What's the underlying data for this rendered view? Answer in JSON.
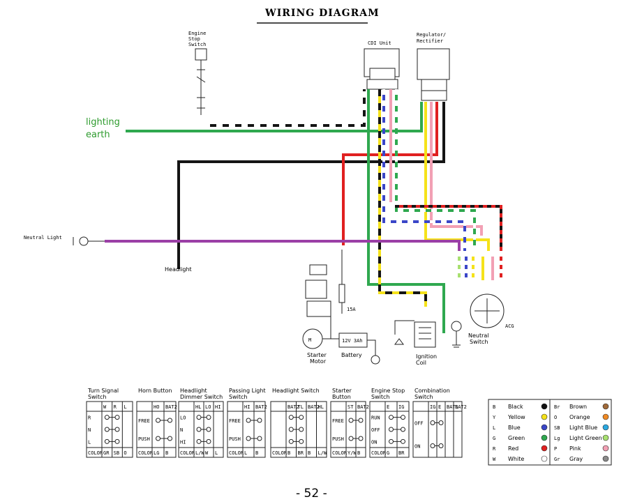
{
  "title": "WIRING DIAGRAM",
  "page_number": "- 52 -",
  "annotation": {
    "line1": "lighting",
    "line2": "earth",
    "color": "#2e9b2e"
  },
  "components": {
    "engine_stop": [
      "Engine",
      "Stop",
      "Switch"
    ],
    "cdi": "CDI Unit",
    "regulator": [
      "Regulator/",
      "Rectifier"
    ],
    "neutral_light": "Neutral Light",
    "headlight": "Headlight",
    "fuse": "15A",
    "battery_rating": "12V 3Ah",
    "starter_motor": [
      "Starter",
      "Motor"
    ],
    "battery": "Battery",
    "ignition_coil": [
      "Ignition",
      "Coil"
    ],
    "neutral_switch": [
      "Neutral",
      "Switch"
    ],
    "acg": "ACG"
  },
  "switch_panels": [
    {
      "title": [
        "Turn Signal",
        "Switch"
      ],
      "cols": [
        "W",
        "R",
        "L"
      ],
      "rows": [
        "R",
        "N",
        "L"
      ],
      "footer": [
        "GR",
        "SB",
        "O"
      ]
    },
    {
      "title": [
        "Horn Button"
      ],
      "cols": [
        "HO",
        "BAT2"
      ],
      "rows": [
        "FREE",
        "PUSH"
      ],
      "footer": [
        "LG",
        "B"
      ]
    },
    {
      "title": [
        "Headlight",
        "Dimmer Switch"
      ],
      "cols": [
        "HL",
        "LO",
        "HI"
      ],
      "rows": [
        "LO",
        "N",
        "HI"
      ],
      "footer": [
        "L/W",
        "W",
        "L"
      ]
    },
    {
      "title": [
        "Passing Light",
        "Switch"
      ],
      "cols": [
        "HI",
        "BAT2"
      ],
      "rows": [
        "FREE",
        "PUSH"
      ],
      "footer": [
        "L",
        "B"
      ]
    },
    {
      "title": [
        "Headlight Switch"
      ],
      "cols": [
        "BAT2",
        "TL",
        "BAT2",
        "HL"
      ],
      "rows": [
        "",
        "",
        ""
      ],
      "footer": [
        "B",
        "BR",
        "B",
        "L/W"
      ]
    },
    {
      "title": [
        "Starter",
        "Button"
      ],
      "cols": [
        "ST",
        "BAT2"
      ],
      "rows": [
        "FREE",
        "PUSH"
      ],
      "footer": [
        "Y/W",
        "B"
      ]
    },
    {
      "title": [
        "Engine Stop",
        "Switch"
      ],
      "cols": [
        "E",
        "IG"
      ],
      "rows": [
        "RUN",
        "OFF",
        "ON"
      ],
      "footer": [
        "G",
        "BR"
      ]
    },
    {
      "title": [
        "Combination",
        "Switch"
      ],
      "cols": [
        "IG",
        "E",
        "BAT1",
        "BAT2"
      ],
      "rows": [
        "OFF",
        "ON"
      ],
      "footer": []
    }
  ],
  "color_header": "COLOR",
  "color_codes": [
    {
      "code": "B",
      "name": "Black",
      "hex": "#111111"
    },
    {
      "code": "Y",
      "name": "Yellow",
      "hex": "#f5e21a"
    },
    {
      "code": "L",
      "name": "Blue",
      "hex": "#3a46c8"
    },
    {
      "code": "G",
      "name": "Green",
      "hex": "#2fa84f"
    },
    {
      "code": "R",
      "name": "Red",
      "hex": "#e02020"
    },
    {
      "code": "W",
      "name": "White",
      "hex": "#ffffff"
    },
    {
      "code": "Br",
      "name": "Brown",
      "hex": "#a06a3a"
    },
    {
      "code": "O",
      "name": "Orange",
      "hex": "#f08a24"
    },
    {
      "code": "SB",
      "name": "Light Blue",
      "hex": "#2aa8e0"
    },
    {
      "code": "Lg",
      "name": "Light Green",
      "hex": "#a8e070"
    },
    {
      "code": "P",
      "name": "Pink",
      "hex": "#f2a0b4"
    },
    {
      "code": "Gr",
      "name": "Gray",
      "hex": "#8a8a8a"
    }
  ],
  "wire_colors": {
    "black": "#141414",
    "yellow": "#f5e21a",
    "blue": "#3a46c8",
    "green": "#2fa84f",
    "red": "#e02020",
    "pink": "#f2a0b4",
    "purple": "#9b3fa6",
    "white": "#ffffff"
  },
  "icons": [
    "ground-icon",
    "starter-motor-icon",
    "battery-icon",
    "fuse-icon",
    "bulb-icon",
    "coil-icon",
    "spark-plug-icon",
    "acg-stator-icon",
    "color-swatch-icon"
  ]
}
